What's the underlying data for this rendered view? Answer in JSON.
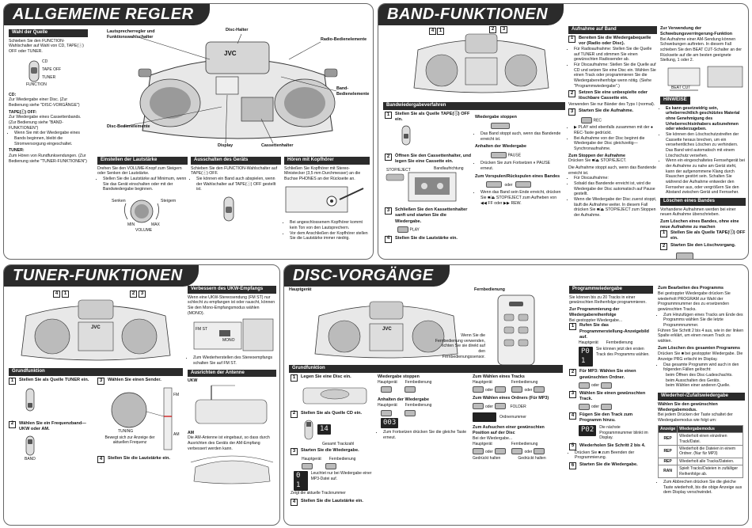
{
  "allg": {
    "title": "ALLGEMEINE REGLER",
    "wahl_hdr": "Wahl der Quelle",
    "wahl_text": "Schieben Sie den FUNCTION-Wahlschalter auf Wahl von CD, TAPE(ⓘ) OFF oder TUNER.",
    "cd_lbl": "CD:",
    "cd_text": "Zur Wiedergabe einer Disc. (Zur Bedienung siehe \"DISC-VORGÄNGE\")",
    "tape_lbl": "TAPE(ⓘ) OFF:",
    "tape_text": "Zur Wiedergabe eines Cassettenbands. (Zur Bedienung siehe \"BAND-FUNKTIONEN\")",
    "tape_bullet": "Wenn Sie mit der Wiedergabe eines Bands beginnen, bleibt die Stromversorgung eingeschaltet.",
    "tuner_lbl": "TUNER:",
    "tuner_text": "Zum Hören von Rundfunksendungen. (Zur Bedienung siehe \"TUNER-FUNKTIONEN\")",
    "sw_cd": "CD",
    "sw_tape": "TAPE OFF",
    "sw_tuner": "TUNER",
    "sw_function": "FUNCTION",
    "c_lautsprecher": "Lautsprecherregler und Funktionswahlschalter",
    "c_disc_halter": "Disc-Halter",
    "c_radio": "Radio-Bedienelemente",
    "c_band": "Band-Bedienelemente",
    "c_disc_bed": "Disc-Bedienelemente",
    "c_display": "Display",
    "c_cassette": "Cassettenhalter",
    "lautst_hdr": "Einstellen der Lautstärke",
    "lautst_text": "Drehen Sie den VOLUME-Knopf zum Steigern oder Senken der Lautstärke.",
    "lautst_b1": "Stellen Sie die Lautstärke auf Minimum, wenn Sie das Gerät einschalten oder mit der Bandwiedergabe beginnen.",
    "senken": "Senken",
    "steigern": "Steigern",
    "min": "MIN",
    "max": "MAX",
    "volume": "VOLUME",
    "aus_hdr": "Ausschalten des Geräts",
    "aus_text": "Schieben Sie den FUNCTION-Wahlschalter auf TAPE(ⓘ) OFF.",
    "aus_b1": "Sie können ein Band auch abspielen, wenn der Wahlschalter auf TAPE(ⓘ) OFF gestellt ist.",
    "hoer_hdr": "Hören mit Kopfhörer",
    "hoer_text": "Schließen Sie Kopfhörer mit Stereo-Ministecker (3,5 mm Durchmesser) an die Buchse PHONES an der Rückseite an.",
    "hoer_b1": "Bei angeschlossenem Kopfhörer kommt kein Ton von den Lautsprechern.",
    "hoer_b2": "Vor dem Anschließen der Kopfhörer stellen Sie die Lautstärke immer niedrig.",
    "phones": "PHONES",
    "brand": "JVC"
  },
  "band": {
    "title": "BAND-FUNKTIONEN",
    "c1": "1",
    "c2": "2",
    "c3": "3",
    "c4": "4",
    "wieder_hdr": "Bandwiedergabeverfahren",
    "s1": "Stellen Sie als Quelle TAPE(ⓘ) OFF ein.",
    "s2": "Öffnen Sie den Cassettenhalter, und legen Sie eine Cassette ein.",
    "s3": "Schließen Sie den Kassettenhalter sanft und starten Sie die Wiedergabe.",
    "s4": "Stellen Sie die Lautstärke ein.",
    "bandlauf": "Bandlaufrichtung",
    "stop_eject": "STOP/EJECT",
    "play": "PLAY",
    "stoppen_lbl": "Wiedergabe stoppen",
    "stoppen_b1": "Das Band stoppt auch, wenn das Bandende erreicht ist.",
    "anhalten_lbl": "Anhalten der Wiedergabe",
    "pause": "PAUSE",
    "anhalten_b1": "Drücken Sie zum Fortsetzen ⏸ PAUSE erneut.",
    "vor_lbl": "Zum Vorspulen/Rückspulen eines Bandes",
    "oder": "oder",
    "vor_b1": "Wenn das Band sein Ende erreicht, drücken Sie ■/⏏ STOP/EJECT zum Aufheben von ◀◀ FF oder ▶▶ REW.",
    "auf_hdr": "Aufnahme auf Band",
    "a1": "Bereiten Sie die Wiedergabequelle vor (Radio oder Disc).",
    "a1_b1": "Für Radioaufnahme: Stellen Sie die Quelle auf TUNER und stimmen Sie einen gewünschten Radiosender ab.",
    "a1_b2": "Für Discaufnahme: Stellen Sie die Quelle auf CD und setzen Sie eine Disc ein. Wählen Sie einen Track oder programmieren Sie die Wiedergabereihenfolge wenn nötig. (Siehe \"Programmwiedergabe\".)",
    "a2": "Setzen Sie eine unbespielte oder löschbare Cassette ein.",
    "a2_t": "Verwenden Sie nur Bänder des Typs I (normal).",
    "a3": "Starten Sie die Aufnahme.",
    "a3_b1": "▶ PLAY wird ebenfalls zusammen mit der ● REC-Taste gedrückt.",
    "a3_b2": "Bei Aufnahme von der Disc beginnt die Wiedergabe der Disc gleichzeitig—Synchronaufnahme.",
    "rec": "REC",
    "stop_lbl": "Zum Stoppen der Aufnahme",
    "stop_text": "Drücken Sie ■/⏏ STOP/EJECT.",
    "stop_t2": "Die Aufnahme stoppt auch, wenn das Bandende erreicht ist.",
    "stop_b1": "Für Discaufnahme:",
    "stop_b2": "Sobald das Bandende erreicht ist, wird die Wiedergabe der Disc automatisch auf Pause gestellt.",
    "stop_b3": "Wenn die Wiedergabe der Disc zuerst stoppt, läuft die Aufnahme weiter. In diesem Fall drücken Sie ■/⏏ STOP/EJECT zum Stoppen der Aufnahme.",
    "vers_lbl": "Zur Verwendung der Schwebungsverringerung-Funktion",
    "vers_text": "Bei Aufnahme einer AM-Sendung können Schwebungen auftreten. In diesem Fall schieben Sie den BEAT CUT-Schalter an der Rückseite auf die am besten geeignete Stellung, 1 oder 2.",
    "beat_cut": "BEAT CUT",
    "hinweise_hdr": "HINWEISE",
    "h1": "Es kann gesetzwidrig sein, urheberrechtlich geschütztes Material ohne Genehmigung des Urheberrechtsinhabers aufzunehmen oder wiederzugeben.",
    "h2": "Sie können den Löschschutzstreifen der Cassette heraus brechen, um ein versehentliches Löschen zu verhindern. Das Band wird automatisch mit einem Löschschutz versehen.",
    "h3": "Wenn ein eingeschaltetes Fernsehgerät bei der Aufnahme zu nahe am Gerät steht, kann der aufgenommene Klang durch Rauschen gestört sein. Schalten Sie während der Aufnahme entweder den Fernseher aus, oder vergrößern Sie den Abstand zwischen Gerät und Fernseher.",
    "loesch_hdr": "Löschen eines Bandes",
    "loesch_text": "Vorhandene Aufnahmen werden bei einer neuen Aufnahme überschrieben.",
    "loesch_lbl": "Zum Löschen eines Bandes, ohne eine neue Aufnahme zu machen",
    "l1": "Stellen Sie als Quelle TAPE(ⓘ) OFF ein.",
    "l2": "Starten Sie den Löschvorgang."
  },
  "tuner": {
    "title": "TUNER-FUNKTIONEN",
    "c1": "1",
    "c2": "2",
    "c3": "3",
    "c4": "4",
    "grund_hdr": "Grundfunktion",
    "s1": "Stellen Sie als Quelle TUNER ein.",
    "s2": "Wählen Sie ein Frequenzband—UKW oder AM.",
    "s3": "Wählen Sie einen Sender.",
    "s3_note": "Bewegt sich zur Anzeige der aktuellen Frequenz",
    "tuning": "TUNING",
    "s4": "Stellen Sie die Lautstärke ein.",
    "band": "BAND",
    "ukw_hdr": "Verbessern des UKW-Empfangs",
    "ukw_text": "Wenn eine UKW-Stereosendung (FM ST) nur schlecht zu empfangen ist oder rauscht, können Sie den Mono-Empfangsmodus wählen (MONO).",
    "ukw_b1": "Zum Wiederherstellen des Stereoempfangs schalten Sie auf FM ST.",
    "fm_st": "FM ST",
    "mono": "MONO",
    "ant_hdr": "Ausrichten der Antenne",
    "ant_ukw": "UKW",
    "ant_am": "AM",
    "ant_am_text": "Die AM-Antenne ist eingebaut, so dass durch Ausrichten des Geräts der AM-Empfang verbessert werden kann.",
    "fm": "FM",
    "am": "AM",
    "brand": "JVC"
  },
  "disc": {
    "title": "DISC-VORGÄNGE",
    "hauptgeraet": "Hauptgerät",
    "fernbedienung": "Fernbedienung",
    "remote_note": "Wenn Sie die Fernbedienung verwenden, richten Sie sie direkt auf den Fernbedienungssensor.",
    "grund_hdr": "Grundfunktion",
    "s1": "Legen Sie eine Disc ein.",
    "s2": "Stellen Sie als Quelle CD ein.",
    "s2_lcd": "14",
    "s2_note": "Gesamt Trackzahl",
    "s3": "Starten Sie die Wiedergabe.",
    "s3_lcd": "0 1",
    "s3_note1": "Leuchtet nur bei Wiedergabe einer MP3-Datei auf.",
    "s3_note2": "Zeigt die aktuelle Tracknummer",
    "s4": "Stellen Sie die Lautstärke ein.",
    "stop_lbl": "Wiedergabe stoppen",
    "anh_lbl": "Anhalten der Wiedergabe",
    "anh_lcd": "003",
    "anh_note": "Zum Fortsetzen drücken Sie die gleiche Taste erneut.",
    "tr_lbl": "Zum Wählen eines Tracks",
    "ord_lbl": "Zum Wählen eines Ordners (Für MP3)",
    "ord_note": "Ordnernummer",
    "such_lbl": "Zum Aufsuchen einer gewünschten Position auf der Disc",
    "such_text": "Bei der Wiedergabe...",
    "gedrueckt": "Gedrückt halten",
    "oder": "oder",
    "folder": "FOLDER",
    "prog_hdr": "Programmwiedergabe",
    "prog_text": "Sie können bis zu 20 Tracks in einer gewünschten Reihenfolge programmieren.",
    "prog_lbl": "Zur Programmierung der Wiedergabereihenfolge",
    "prog_sub": "Bei gestoppter Wiedergabe...",
    "p1": "Rufen Sie das Programmerstellung-Anzeigebild auf.",
    "p1_note": "Sie können jetzt den ersten Track des Programms wählen.",
    "p1_lcd": "P0 1",
    "p2": "Für MP3: Wählen Sie einen gewünschten Ordner.",
    "p3": "Wählen Sie einen gewünschten Track.",
    "p4": "Fügen Sie den Track zum Programm hinzu.",
    "p4_note": "Die nächste Programmnummer blinkt im Display.",
    "p4_lcd": "P02",
    "p5": "Wiederholen Sie Schritt 2 bis 4.",
    "p5_b1": "Drücken Sie ■ zum Beenden der Programmierung.",
    "p6": "Starten Sie die Wiedergabe.",
    "program": "PROGRAM",
    "bearb_lbl": "Zum Bearbeiten des Programms",
    "bearb_text": "Bei gestoppter Wiedergabe drücken Sie wiederholt PROGRAM zur Wahl der Programmnummer des zu ersetzenden gewünschten Tracks.",
    "bearb_b1": "Zum Hinzufügen eines Tracks am Ende des Programms wählen Sie die letzte Programmnummer.",
    "bearb_t2": "Führen Sie Schritt 2 bis 4 aus, wie in der linken Spalte erklärt, um einen neuen Track zu wählen.",
    "loesch_lbl": "Zum Löschen des gesamten Programms",
    "loesch_text": "Drücken Sie ■ bei gestoppter Wiedergabe. Die Anzeige PRG erlischt im Display.",
    "loesch_b1": "Das gesamte Programm wird auch in den folgenden Fällen gelöscht:",
    "loesch_b2": "beim Öffnen des Disc-Ladeschachts.",
    "loesch_b3": "beim Ausschalten des Geräts.",
    "loesch_b4": "beim Wählen einer anderen Quelle.",
    "rep_hdr": "Wiederhol-/Zufallswiedergabe",
    "rep_lbl": "Wählen Sie den gewünschten Wiedergabemodus.",
    "rep_text": "Bei jedem Drücken der Taste schaltet der Wiedergabemodus wie folgt um:",
    "th_anz": "Anzeige",
    "th_mode": "Wiedergabemodus",
    "rows": [
      {
        "ind": "REP",
        "mode": "Wiederholt einen einzelnen Track/Datei."
      },
      {
        "ind": "REP",
        "mode": "Wiederholt die Dateien in einem Ordner. (Nur für MP3)"
      },
      {
        "ind": "REP",
        "mode": "Wiederholt alle Tracks/Dateien."
      },
      {
        "ind": "RAN",
        "mode": "Spielt Tracks/Dateien in zufälliger Reihenfolge ab."
      }
    ],
    "rep_note": "Zum Abbrechen drücken Sie die gleiche Taste wiederholt, bis die obige Anzeige aus dem Display verschwindet.",
    "brand": "JVC"
  },
  "colors": {
    "banner": "#2b2b2b",
    "border": "#666666",
    "body": "#111111"
  }
}
